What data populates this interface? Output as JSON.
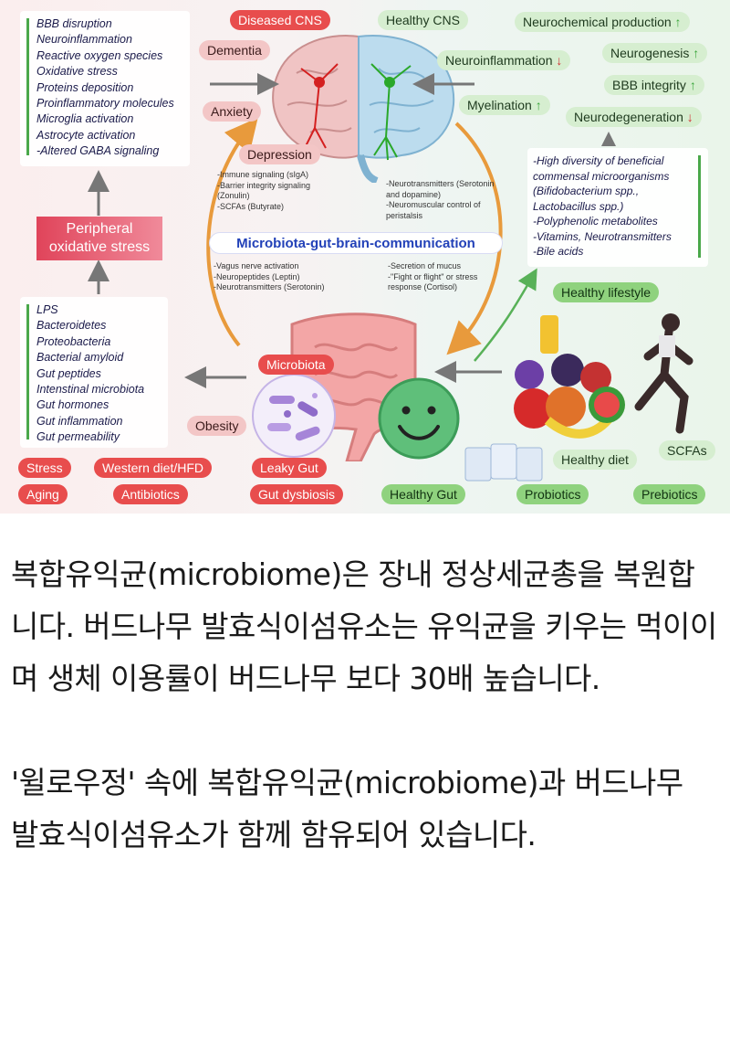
{
  "diagram": {
    "title": "Microbiota-gut-brain-communication",
    "top_labels": {
      "diseased": "Diseased CNS",
      "healthy": "Healthy CNS",
      "dementia": "Dementia",
      "anxiety": "Anxiety",
      "depression": "Depression"
    },
    "brain_effects": [
      {
        "label": "Neurochemical production",
        "trend": "↑"
      },
      {
        "label": "Neuroinflammation",
        "trend": "↓"
      },
      {
        "label": "Neurogenesis",
        "trend": "↑"
      },
      {
        "label": "BBB integrity",
        "trend": "↑"
      },
      {
        "label": "Myelination",
        "trend": "↑"
      },
      {
        "label": "Neurodegeneration",
        "trend": "↓"
      }
    ],
    "cns_disruption": [
      "BBB disruption",
      "Neuroinflammation",
      "Reactive oxygen species",
      "Oxidative stress",
      "Proteins deposition",
      "Proinflammatory molecules",
      "Microglia activation",
      "Astrocyte activation",
      "-Altered GABA signaling"
    ],
    "peripheral": "Peripheral oxidative stress",
    "gut_factors": [
      "LPS",
      "Bacteroidetes",
      "Proteobacteria",
      "Bacterial amyloid",
      "Gut peptides",
      "Intenstinal microbiota",
      "Gut hormones",
      "Gut inflammation",
      "Gut permeability"
    ],
    "beneficial": [
      "-High diversity of beneficial commensal microorganisms (Bifidobacterium spp., Lactobacillus spp.)",
      "-Polyphenolic metabolites",
      "-Vitamins, Neurotransmitters",
      "-Bile acids"
    ],
    "pathways": {
      "upper_left": [
        "-Immune signaling (sIgA)",
        "-Barrier integrity signaling (Zonulin)",
        "-SCFAs (Butyrate)"
      ],
      "upper_right": [
        "-Neurotransmitters (Serotonin and dopamine)",
        "-Neuromuscular control of peristalsis"
      ],
      "lower_left": [
        "-Vagus nerve activation",
        "-Neuropeptides (Leptin)",
        "-Neurotransmitters (Serotonin)"
      ],
      "lower_right": [
        "-Secretion of mucus",
        "-\"Fight or flight\" or stress response (Cortisol)"
      ]
    },
    "microbiota": "Microbiota",
    "obesity": "Obesity",
    "healthy_lifestyle": "Healthy lifestyle",
    "healthy_diet": "Healthy diet",
    "scfas": "SCFAs",
    "bottom_red": [
      "Stress",
      "Western diet/HFD",
      "Leaky Gut",
      "Aging",
      "Antibiotics",
      "Gut dysbiosis"
    ],
    "bottom_green": [
      "Healthy Gut",
      "Probiotics",
      "Prebiotics"
    ]
  },
  "article": {
    "p1": "복합유익균(microbiome)은 장내 정상세균총을 복원합니다. 버드나무 발효식이섬유소는 유익균을 키우는 먹이이며 생체 이용률이 버드나무 보다 30배 높습니다.",
    "p2": "'윌로우정' 속에 복합유익균(microbiome)과 버드나무 발효식이섬유소가 함께 함유되어 있습니다."
  },
  "colors": {
    "red": "#e84d4d",
    "green": "#8fd27e",
    "blue_title": "#2241b8"
  }
}
